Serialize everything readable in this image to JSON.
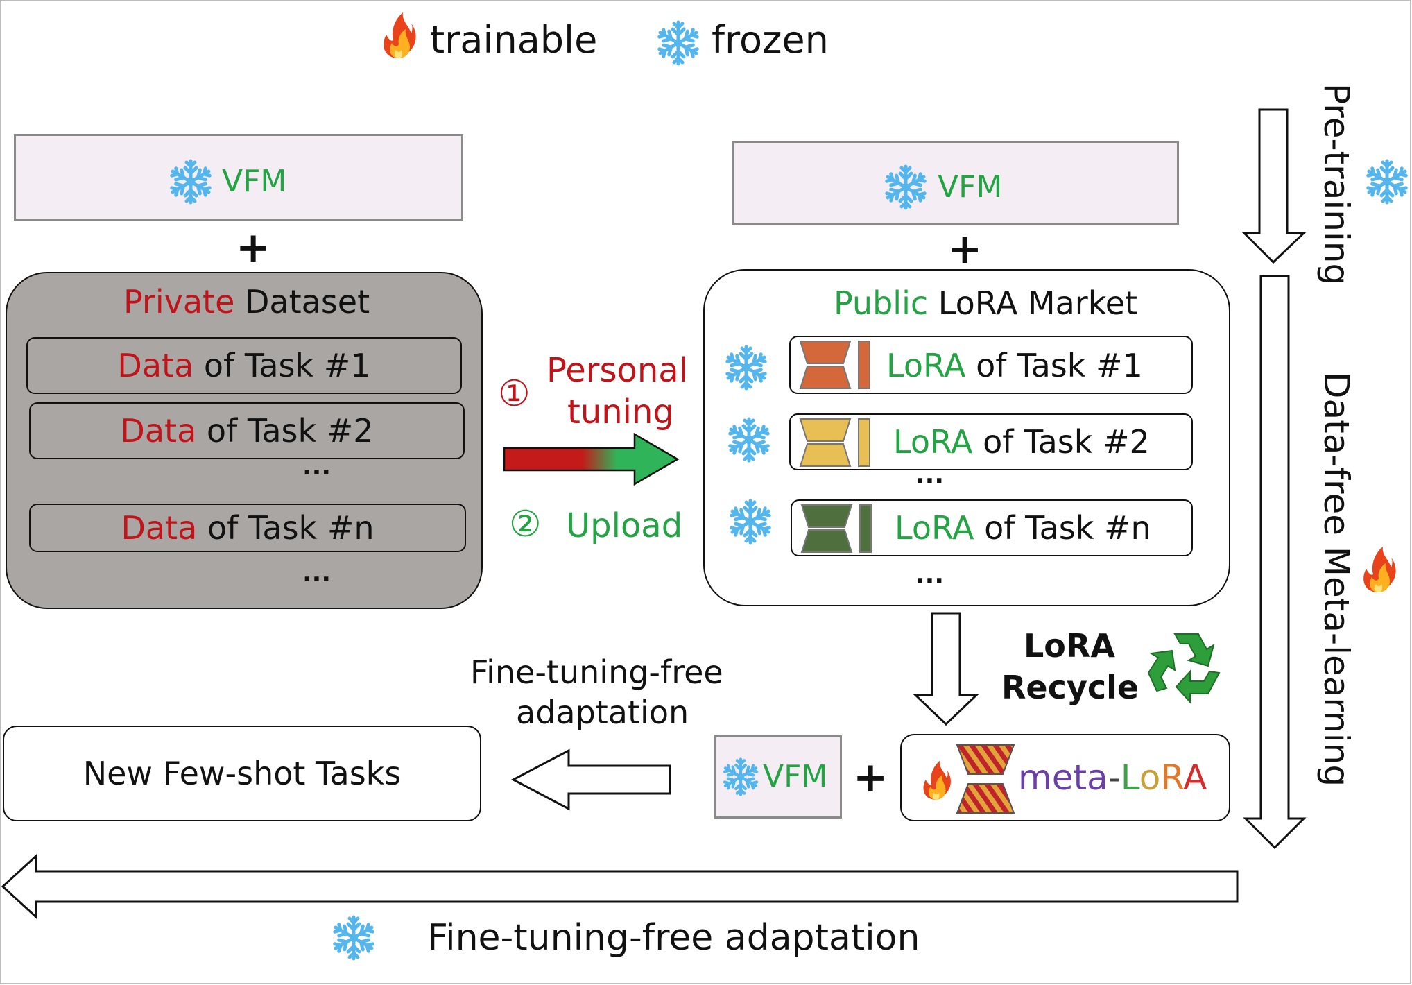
{
  "legend": {
    "trainable": "trainable",
    "frozen": "frozen"
  },
  "vfm_label": "VFM",
  "plus": "+",
  "private": {
    "title_highlight": "Private",
    "title_rest": "Dataset",
    "rows": [
      {
        "hl": "Data",
        "rest": "of Task #1"
      },
      {
        "hl": "Data",
        "rest": "of Task #2"
      },
      {
        "hl": "Data",
        "rest": "of Task #n"
      }
    ],
    "ellipsis": "..."
  },
  "public": {
    "title_highlight": "Public",
    "title_rest": "LoRA Market",
    "rows": [
      {
        "hl": "LoRA",
        "rest": "of Task #1",
        "color": "#d4683a"
      },
      {
        "hl": "LoRA",
        "rest": "of Task #2",
        "color": "#e8bf55"
      },
      {
        "hl": "LoRA",
        "rest": "of Task #n",
        "color": "#4f6f3f"
      }
    ],
    "ellipsis": "..."
  },
  "steps": {
    "step1_num": "①",
    "step1_label_line1": "Personal",
    "step1_label_line2": "tuning",
    "step2_num": "②",
    "step2_label": "Upload"
  },
  "recycle": {
    "line1": "LoRA",
    "line2": "Recycle"
  },
  "adaptation_small": {
    "line1": "Fine-tuning-free",
    "line2": "adaptation"
  },
  "new_tasks": "New Few-shot Tasks",
  "meta_lora": {
    "meta": "meta",
    "dash": "-",
    "L": "L",
    "o": "o",
    "R": "R",
    "A": "A"
  },
  "side": {
    "pretraining": "Pre-training",
    "metalearning": "Data-free Meta-learning"
  },
  "bottom_label": "Fine-tuning-free adaptation",
  "colors": {
    "accent_red": "#c0141a",
    "accent_green": "#23a344",
    "private_fill": "#aaa6a4",
    "vfm_fill": "#f4eef4",
    "snow": "#55b6ee"
  }
}
